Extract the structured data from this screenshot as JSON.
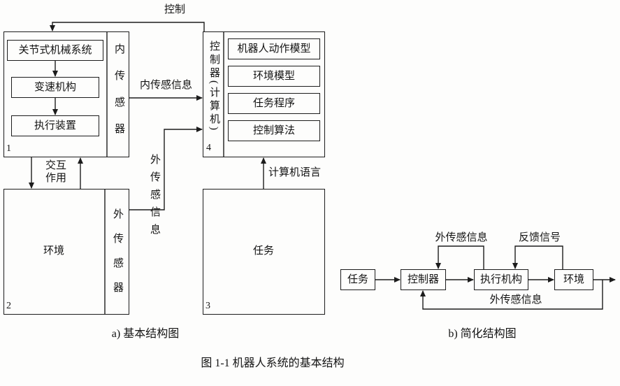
{
  "figure_caption": "图 1-1  机器人系统的基本结构",
  "diagram_a": {
    "caption": "a) 基本结构图",
    "control_label": "控制",
    "internal_info_label": "内传感信息",
    "external_info_label": "外传感信息",
    "interaction_label": "交互\n作用",
    "computer_language_label": "计算机语言",
    "mech_box": {
      "number": "1",
      "items": [
        "关节式机械系统",
        "变速机构",
        "执行装置"
      ],
      "sensor_label": "内传感器"
    },
    "env_box": {
      "number": "2",
      "label": "环境",
      "sensor_label": "外传感器"
    },
    "task_box": {
      "number": "3",
      "label": "任务"
    },
    "controller_box": {
      "number": "4",
      "title": "控制器(计算机)",
      "items": [
        "机器人动作模型",
        "环境模型",
        "任务程序",
        "控制算法"
      ]
    }
  },
  "diagram_b": {
    "caption": "b) 简化结构图",
    "boxes": [
      "任务",
      "控制器",
      "执行机构",
      "环境"
    ],
    "external_info_top_label": "外传感信息",
    "feedback_label": "反馈信号",
    "external_info_bottom_label": "外传感信息"
  }
}
